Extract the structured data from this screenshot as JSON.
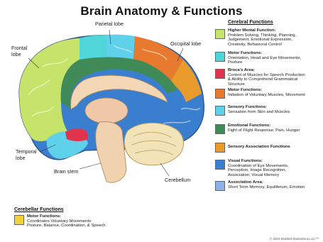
{
  "title": "Brain Anatomy & Functions",
  "labels": {
    "parietal": "Parietal lobe",
    "frontal": "Frontal\nlobe",
    "occipital": "Occipital lobe",
    "temporal": "Temporal\nlobe",
    "brainstem": "Brain stem",
    "cerebellum": "Cerebellum"
  },
  "colors": {
    "yellowgreen": "#c6e46a",
    "cyan": "#50d6d8",
    "red": "#e0334d",
    "orange": "#e77a2e",
    "lightblue": "#5fd1ea",
    "green": "#3f8a56",
    "darkorange": "#e89a2a",
    "blue": "#3a7fcf",
    "lavender": "#8ab3e8",
    "yellow": "#f2d23a"
  },
  "legend": {
    "heading": "Cerebral Functions",
    "items": [
      {
        "title": "Higher Mental Function:",
        "desc": "Problem Solving, Thinking, Planning,\nJudgement, Emotional Expression,\nCreativity, Behavioral Control",
        "color": "#c6e46a"
      },
      {
        "title": "Motor Functions:",
        "desc": "Orientation, Head and Eye Movements,\nPosture",
        "color": "#50d6d8"
      },
      {
        "title": "Broca's Area:",
        "desc": "Control of Muscles for Speech Production\n& Ability to Comprehend Grammatical\nStructure",
        "color": "#e0334d"
      },
      {
        "title": "Motor Functions:",
        "desc": "Initiation of Voluntary Muscles, Movement",
        "color": "#e77a2e"
      },
      {
        "title": "Sensory Functions:",
        "desc": "Sensation from Skin and Muscles",
        "color": "#5fd1ea"
      },
      {
        "title": "Emotional Functions:",
        "desc": "Fight of Flight Response, Pain, Hunger",
        "color": "#3f8a56"
      },
      {
        "title": "Sensory Association Functions",
        "desc": "",
        "color": "#e89a2a"
      },
      {
        "title": "Visual Functions:",
        "desc": "Coordination of Eye Movements,\nPerception, Image Recognition,\nAssociation, Visual Memory",
        "color": "#3a7fcf"
      },
      {
        "title": "Association Area:",
        "desc": "Short Term Memory, Equilibrium, Emotion",
        "color": "#8ab3e8"
      }
    ]
  },
  "cerebellar": {
    "heading": "Cerebellar Functions",
    "title": "Motor Functions:",
    "desc": "Coordinates Voluntary Movements:\nPosture, Balance, Coordination, & Speech",
    "color": "#f2d23a"
  },
  "credit": "© 2015 BioMed Illustrations LLC™"
}
